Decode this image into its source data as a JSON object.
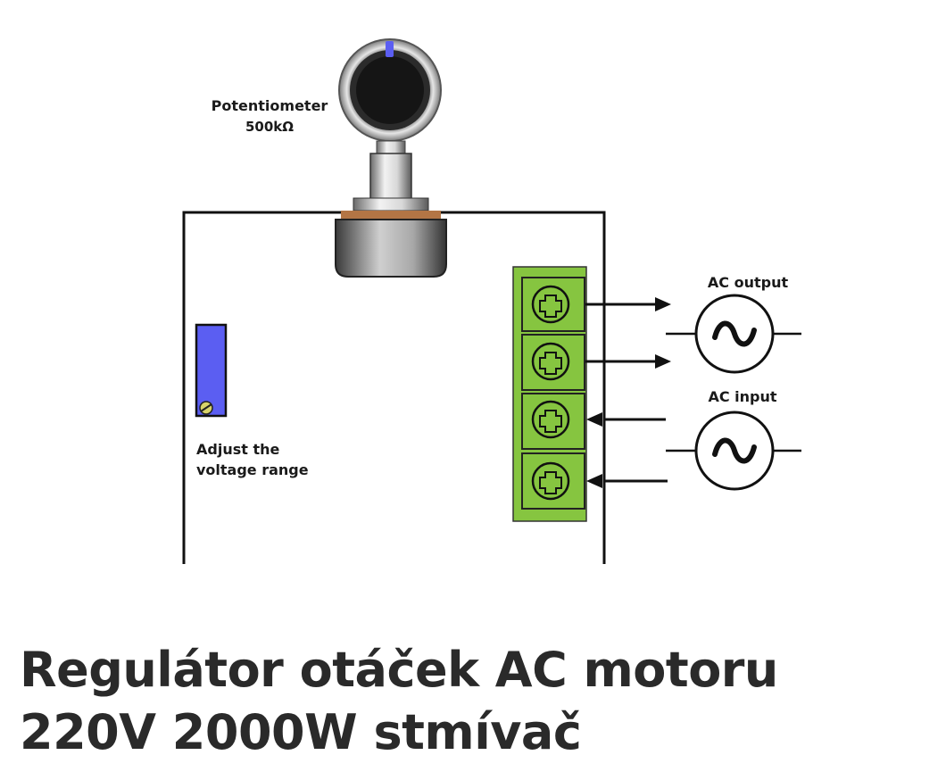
{
  "diagram": {
    "potentiometer_label": "Potentiometer",
    "potentiometer_value": "500kΩ",
    "adjust_label_line1": "Adjust the",
    "adjust_label_line2": "voltage range",
    "ac_output_label": "AC output",
    "ac_input_label": "AC input"
  },
  "product": {
    "title": "Regulátor otáček AC motoru 220V 2000W stmívač"
  },
  "colors": {
    "terminal_green": "#86c540",
    "trimmer_blue": "#5b5ef2",
    "title_text": "#2a2a2a"
  }
}
